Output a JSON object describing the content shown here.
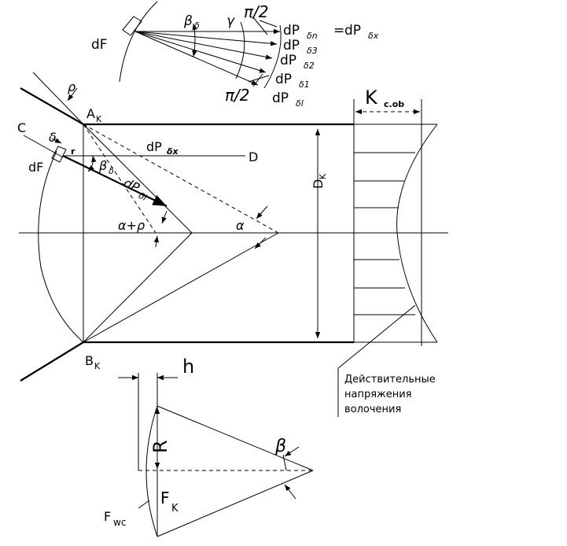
{
  "labels": {
    "dF_top": "dF",
    "beta_delta_top": "β",
    "beta_delta_top_sub": "δ",
    "gamma": "γ",
    "pi_half_top": "π/2",
    "pi_half_bottom": "π/2",
    "dP": "dP",
    "dP_n_sub": "δn",
    "equals": "=",
    "dP_x_sub": "δx",
    "dP_3_sub": "δ3",
    "dP_2_sub": "δ2",
    "dP_1_sub": "δ1",
    "dP_l_sub": "δl",
    "rho": "ρ",
    "A": "A",
    "A_sub": "K",
    "C": "C",
    "delta": "δ",
    "r": "r",
    "dF_side": "dF",
    "beta_side": "β",
    "beta_side_sub": "δ",
    "dP_x_main": "dP",
    "dP_x_main_sub": "δx",
    "D_point": "D",
    "dP_l_main": "dP",
    "dP_l_main_sub": "δl",
    "alpha_plus_rho": "α+ρ",
    "alpha": "α",
    "D_K": "D",
    "D_K_sub": "K",
    "K_label": "K",
    "K_sub": "c.ob",
    "B": "B",
    "B_sub": "K",
    "h": "h",
    "R": "R",
    "beta_small": "β",
    "F_K": "F",
    "F_K_sub": "K",
    "F_wc": "F",
    "F_wc_sub": "wc",
    "note_line1": "Действительные",
    "note_line2": "напряжения",
    "note_line3": "волочения"
  }
}
